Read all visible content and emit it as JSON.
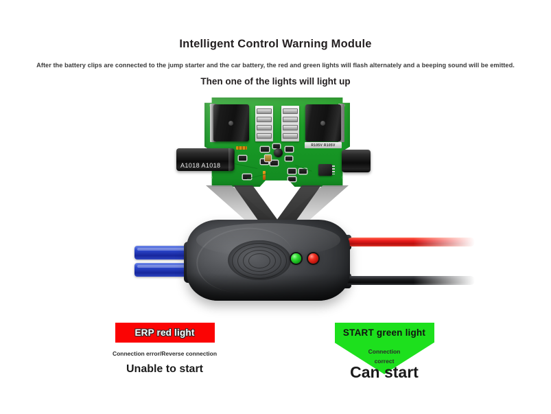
{
  "header": {
    "title": "Intelligent Control Warning Module",
    "description": "After the battery clips are connected to the jump starter and the car battery, the red and green lights will flash alternately and a beeping sound will be emitted.",
    "description_line2": "Then one of the lights will light up"
  },
  "figure": {
    "pcb": {
      "transistor_left_label": "A1018 A1018",
      "component_silk_label": "R105V R105V"
    },
    "device": {
      "led_green_name": "green-indicator-led",
      "led_red_name": "red-indicator-led",
      "connector_left_color": "#2a45c9",
      "cable_positive_color": "#ec1c1c",
      "cable_negative_color": "#111214",
      "body_color": "#4a4c50"
    },
    "arrow": {
      "direction": "down",
      "color": "#9b9b9b"
    }
  },
  "callouts": {
    "error": {
      "badge_label": "ERP red light",
      "badge_color": "#fb0404",
      "note": "Connection error/Reverse connection",
      "result": "Unable to start"
    },
    "ok": {
      "badge_label": "START green light",
      "badge_color": "#1de01d",
      "note_line1": "Connection",
      "note_line2": "correct",
      "result": "Can start"
    }
  }
}
